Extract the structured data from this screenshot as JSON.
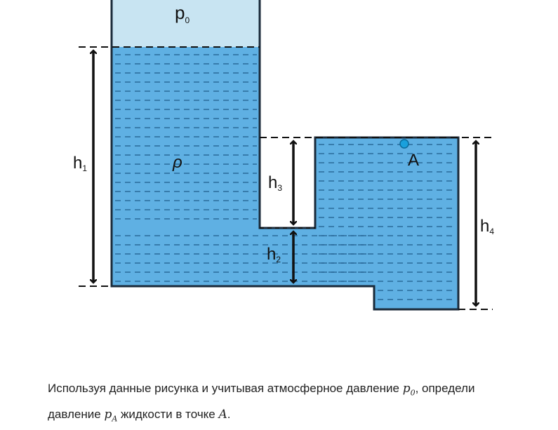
{
  "diagram": {
    "labels": {
      "p0": {
        "main": "p",
        "sub": "0"
      },
      "rho": "ρ",
      "h1": {
        "main": "h",
        "sub": "1"
      },
      "h2": {
        "main": "h",
        "sub": "2"
      },
      "h3": {
        "main": "h",
        "sub": "3"
      },
      "h4": {
        "main": "h",
        "sub": "4"
      },
      "point_a": "A"
    },
    "colors": {
      "liquid": "#5fb0e3",
      "air": "#c8e4f2",
      "wall": "#1a2a3a",
      "dash": "#2a6a9a",
      "point": "#1aa0dc",
      "arrow": "#111111"
    }
  },
  "caption": {
    "line1_prefix": "Используя данные рисунка и учитывая атмосферное давление ",
    "p0_main": "p",
    "p0_sub": "0",
    "line1_suffix": ", определи",
    "line2_prefix": "давление ",
    "pa_main": "p",
    "pa_sub": "A",
    "line2_middle": " жидкости в точке ",
    "point": "A",
    "line2_suffix": "."
  }
}
